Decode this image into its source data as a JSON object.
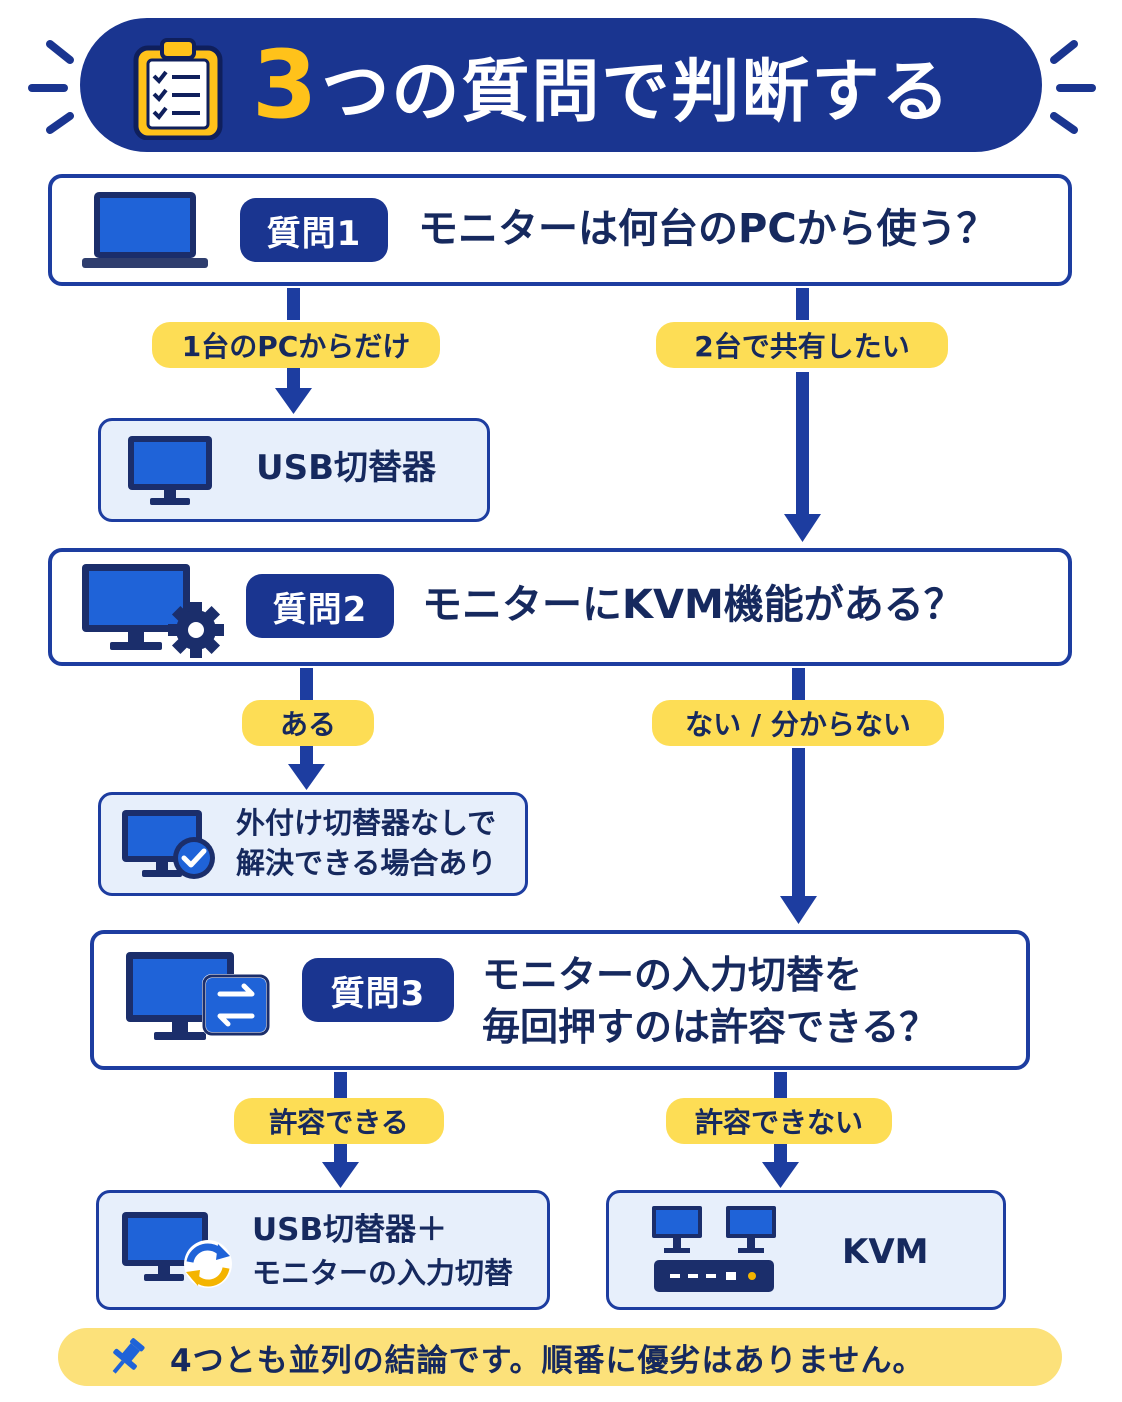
{
  "title": {
    "number": "3",
    "text": "つの質問で判断する"
  },
  "questions": [
    {
      "badge": "質問1",
      "text": "モニターは何台のPCから使う？"
    },
    {
      "badge": "質問2",
      "text": "モニターにKVM機能がある？"
    },
    {
      "badge": "質問3",
      "line1": "モニターの入力切替を",
      "line2": "毎回押すのは許容できる？"
    }
  ],
  "labels": {
    "q1_left": "1台のPCからだけ",
    "q1_right": "2台で共有したい",
    "q2_left": "ある",
    "q2_right": "ない / 分からない",
    "q3_left": "許容できる",
    "q3_right": "許容できない"
  },
  "results": {
    "usb_switch": "USB切替器",
    "builtin_line1": "外付け切替器なしで",
    "builtin_line2": "解決できる場合あり",
    "usb_plus_line1": "USB切替器＋",
    "usb_plus_line2": "モニターの入力切替",
    "kvm": "KVM"
  },
  "footer": "4つとも並列の結論です。順番に優劣はありません。",
  "colors": {
    "navy": "#1a3590",
    "yellow": "#fddd55",
    "accent_blue": "#1f63d8",
    "result_bg": "#e7effb"
  }
}
